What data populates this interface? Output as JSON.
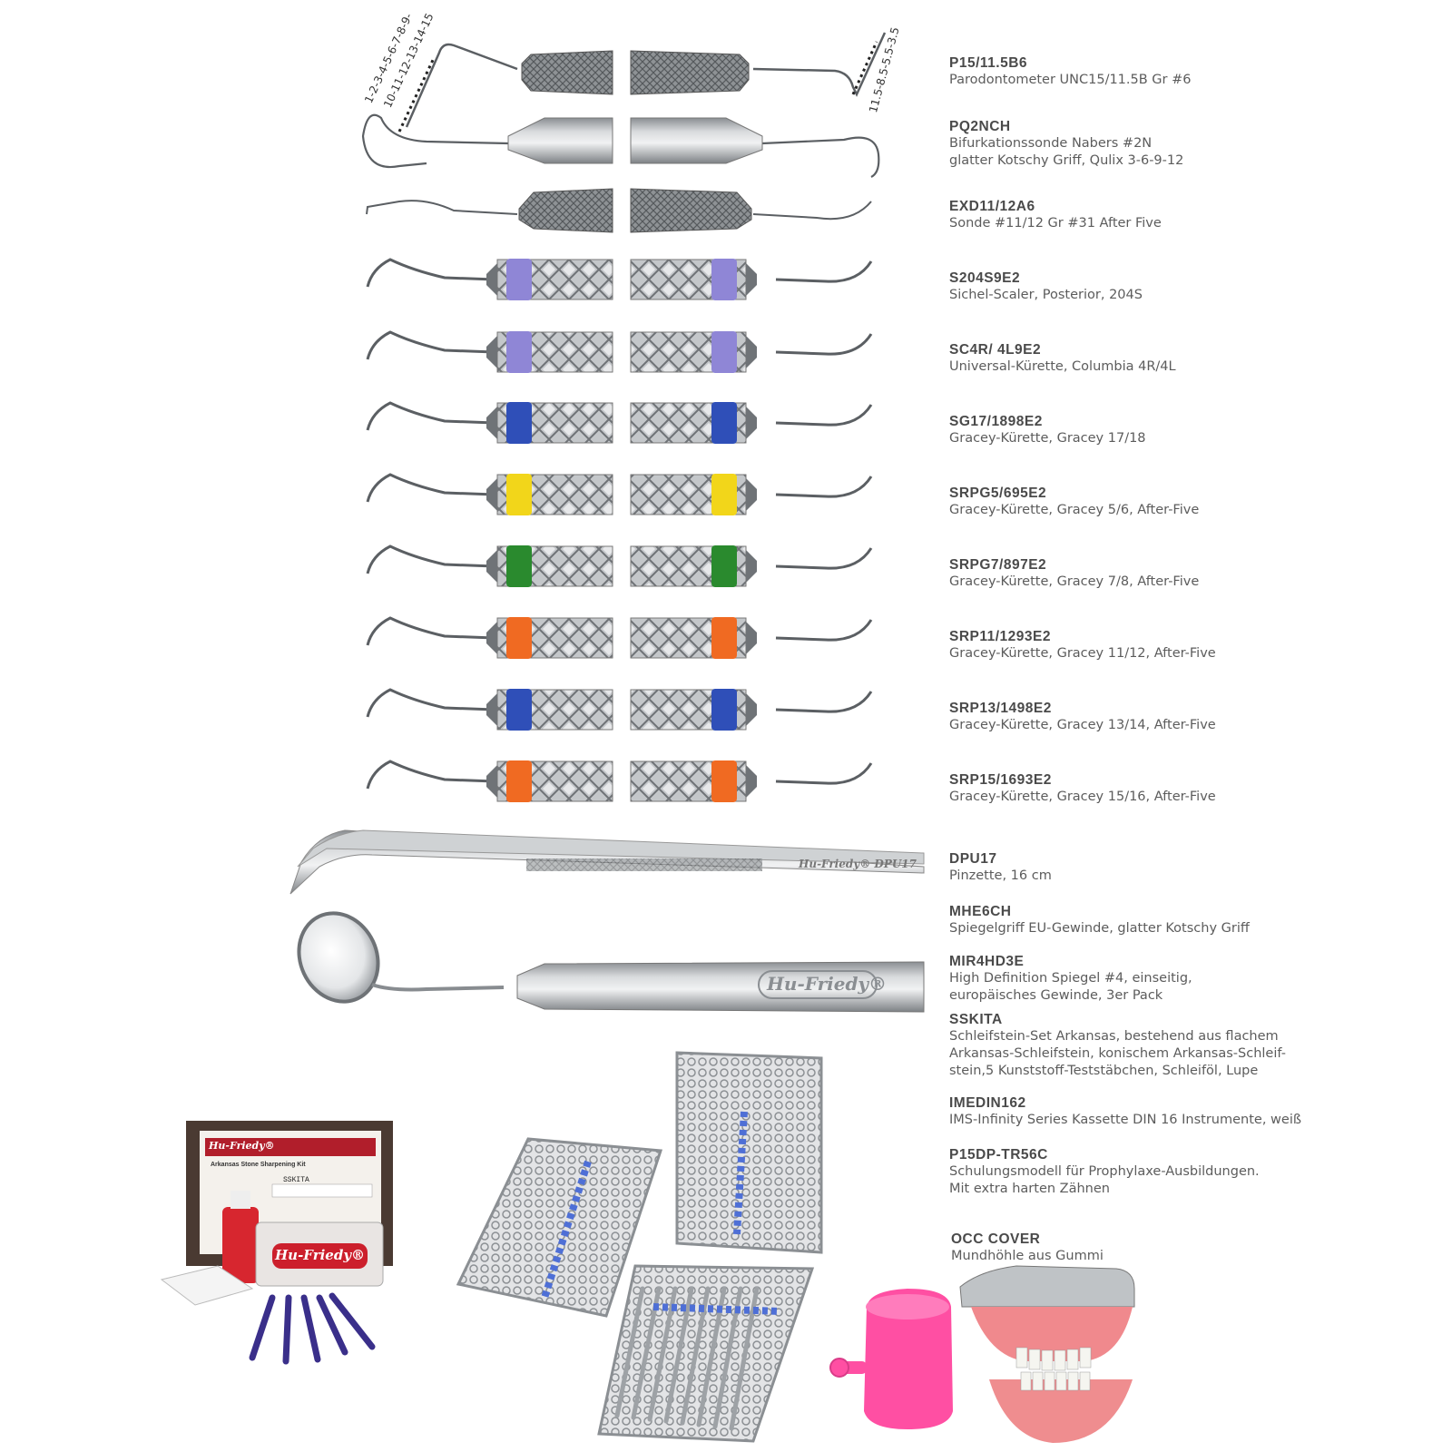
{
  "products": [
    {
      "code": "P15/11.5B6",
      "desc": "Parodontometer UNC15/11.5B Gr #6"
    },
    {
      "code": "PQ2NCH",
      "desc": "Bifurkationssonde Nabers #2N\nglatter Kotschy Griff, Qulix 3-6-9-12"
    },
    {
      "code": "EXD11/12A6",
      "desc": "Sonde #11/12 Gr #31 After Five"
    },
    {
      "code": "S204S9E2",
      "desc": "Sichel-Scaler, Posterior, 204S"
    },
    {
      "code": "SC4R/ 4L9E2",
      "desc": "Universal-Kürette, Columbia 4R/4L"
    },
    {
      "code": "SG17/1898E2",
      "desc": "Gracey-Kürette, Gracey 17/18"
    },
    {
      "code": "SRPG5/695E2",
      "desc": "Gracey-Kürette, Gracey 5/6, After-Five"
    },
    {
      "code": "SRPG7/897E2",
      "desc": "Gracey-Kürette, Gracey 7/8, After-Five"
    },
    {
      "code": "SRP11/1293E2",
      "desc": "Gracey-Kürette, Gracey 11/12, After-Five"
    },
    {
      "code": "SRP13/1498E2",
      "desc": "Gracey-Kürette, Gracey 13/14, After-Five"
    },
    {
      "code": "SRP15/1693E2",
      "desc": "Gracey-Kürette, Gracey 15/16, After-Five"
    },
    {
      "code": "DPU17",
      "desc": "Pinzette, 16 cm"
    },
    {
      "code": "MHE6CH",
      "desc": "Spiegelgriff EU-Gewinde, glatter Kotschy Griff"
    },
    {
      "code": "MIR4HD3E",
      "desc": "High Definition Spiegel #4, einseitig,\neuropäisches Gewinde, 3er Pack"
    },
    {
      "code": "SSKITA",
      "desc": "Schleifstein-Set Arkansas, bestehend aus flachem\nArkansas-Schleifstein, konischem Arkansas-Schleif-\nstein,5 Kunststoff-Teststäbchen, Schleiföl, Lupe"
    },
    {
      "code": "IMEDIN162",
      "desc": "IMS-Infinity Series Kassette DIN 16 Instrumente, weiß"
    },
    {
      "code": "P15DP-TR56C",
      "desc": "Schulungsmodell für Prophylaxe-Ausbildungen.\nMit extra harten Zähnen"
    },
    {
      "code": "OCC COVER",
      "desc": "Mundhöhle aus Gummi"
    }
  ],
  "probe_scale_left_1": "1-2-3-4-5-6-7-8-9-",
  "probe_scale_left_2": "10-11-12-13-14-15",
  "probe_scale_right": "11.5-8.5-5.5-3.5",
  "tweezer_mark": "Hu-Friedy® DPU17",
  "mirror_handle_mark": "Hu-Friedy®",
  "kit_label": "SSKITA",
  "kit_box_title": "Arkansas Stone Sharpening Kit",
  "colors": {
    "steel": "#b9bcbf",
    "steel_dark": "#7f8387",
    "lavender": "#8f86d6",
    "blue": "#2f4fb8",
    "yellow": "#f2d61a",
    "green": "#2a8a2e",
    "orange": "#f06a22",
    "pink": "#ff4fa3",
    "gum": "#f08f90"
  }
}
